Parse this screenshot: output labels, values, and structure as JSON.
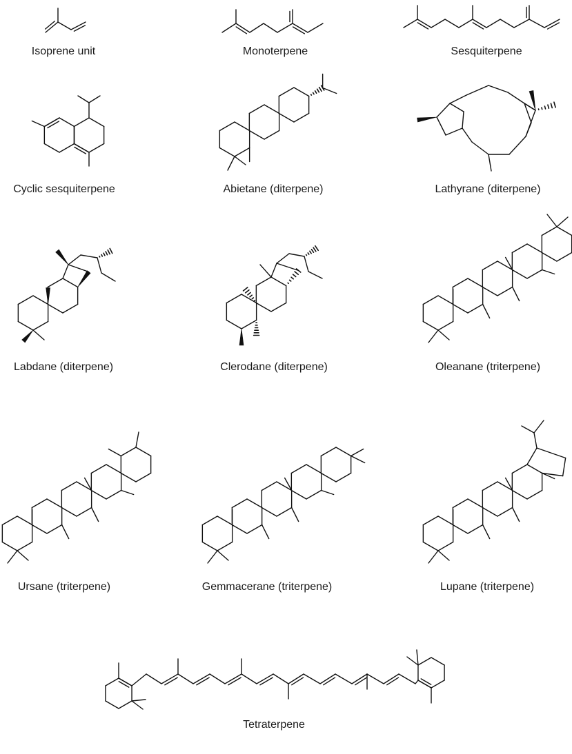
{
  "figure": {
    "structures": [
      {
        "id": "isoprene-unit",
        "label": "Isoprene unit"
      },
      {
        "id": "monoterpene",
        "label": "Monoterpene"
      },
      {
        "id": "sesquiterpene",
        "label": "Sesquiterpene"
      },
      {
        "id": "cyclic-sesquiterpene",
        "label": "Cyclic sesquiterpene"
      },
      {
        "id": "abietane",
        "label": "Abietane (diterpene)"
      },
      {
        "id": "lathyrane",
        "label": "Lathyrane (diterpene)"
      },
      {
        "id": "labdane",
        "label": "Labdane (diterpene)"
      },
      {
        "id": "clerodane",
        "label": "Clerodane (diterpene)"
      },
      {
        "id": "oleanane",
        "label": "Oleanane (triterpene)"
      },
      {
        "id": "ursane",
        "label": "Ursane (triterpene)"
      },
      {
        "id": "gemmacerane",
        "label": "Gemmacerane (triterpene)"
      },
      {
        "id": "lupane",
        "label": "Lupane (triterpene)"
      },
      {
        "id": "tetraterpene",
        "label": "Tetraterpene"
      }
    ]
  }
}
